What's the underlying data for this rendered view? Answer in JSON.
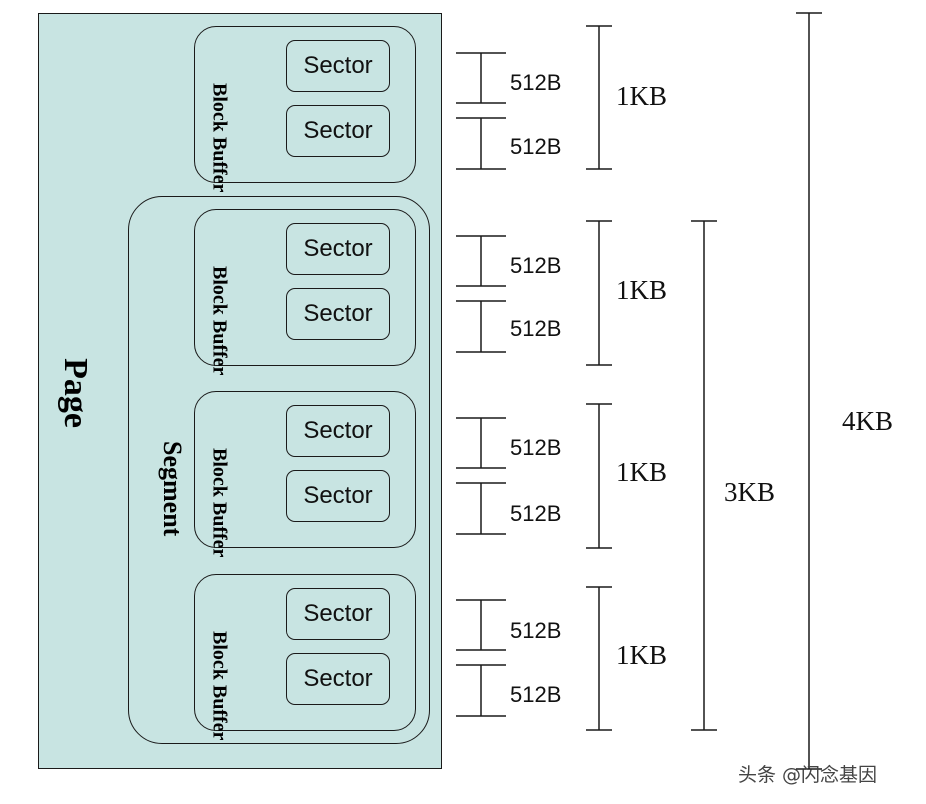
{
  "diagram": {
    "page_label": "Page",
    "segment_label": "Segment",
    "block_label": "Block Buffer",
    "sector_label": "Sector",
    "blocks": [
      {
        "sectors": [
          "Sector",
          "Sector"
        ],
        "sector_sizes": [
          "512B",
          "512B"
        ],
        "block_size": "1KB"
      },
      {
        "sectors": [
          "Sector",
          "Sector"
        ],
        "sector_sizes": [
          "512B",
          "512B"
        ],
        "block_size": "1KB"
      },
      {
        "sectors": [
          "Sector",
          "Sector"
        ],
        "sector_sizes": [
          "512B",
          "512B"
        ],
        "block_size": "1KB"
      },
      {
        "sectors": [
          "Sector",
          "Sector"
        ],
        "sector_sizes": [
          "512B",
          "512B"
        ],
        "block_size": "1KB"
      }
    ],
    "segment_size": "3KB",
    "page_size": "4KB"
  },
  "watermark": "头条 @闪念基因",
  "colors": {
    "page_fill": "#c8e4e2",
    "outline": "#1a1a1a"
  }
}
